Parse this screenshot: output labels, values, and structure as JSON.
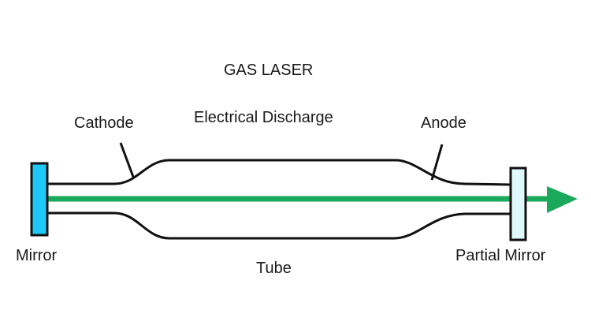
{
  "title": "GAS LASER",
  "labels": {
    "cathode": "Cathode",
    "electrical_discharge": "Electrical Discharge",
    "anode": "Anode",
    "mirror": "Mirror",
    "partial_mirror": "Partial Mirror",
    "tube": "Tube"
  },
  "colors": {
    "beam": "#1aa85a",
    "mirror_fill": "#1ec8f8",
    "partial_mirror_fill": "#dff8fb",
    "outline": "#111111"
  }
}
